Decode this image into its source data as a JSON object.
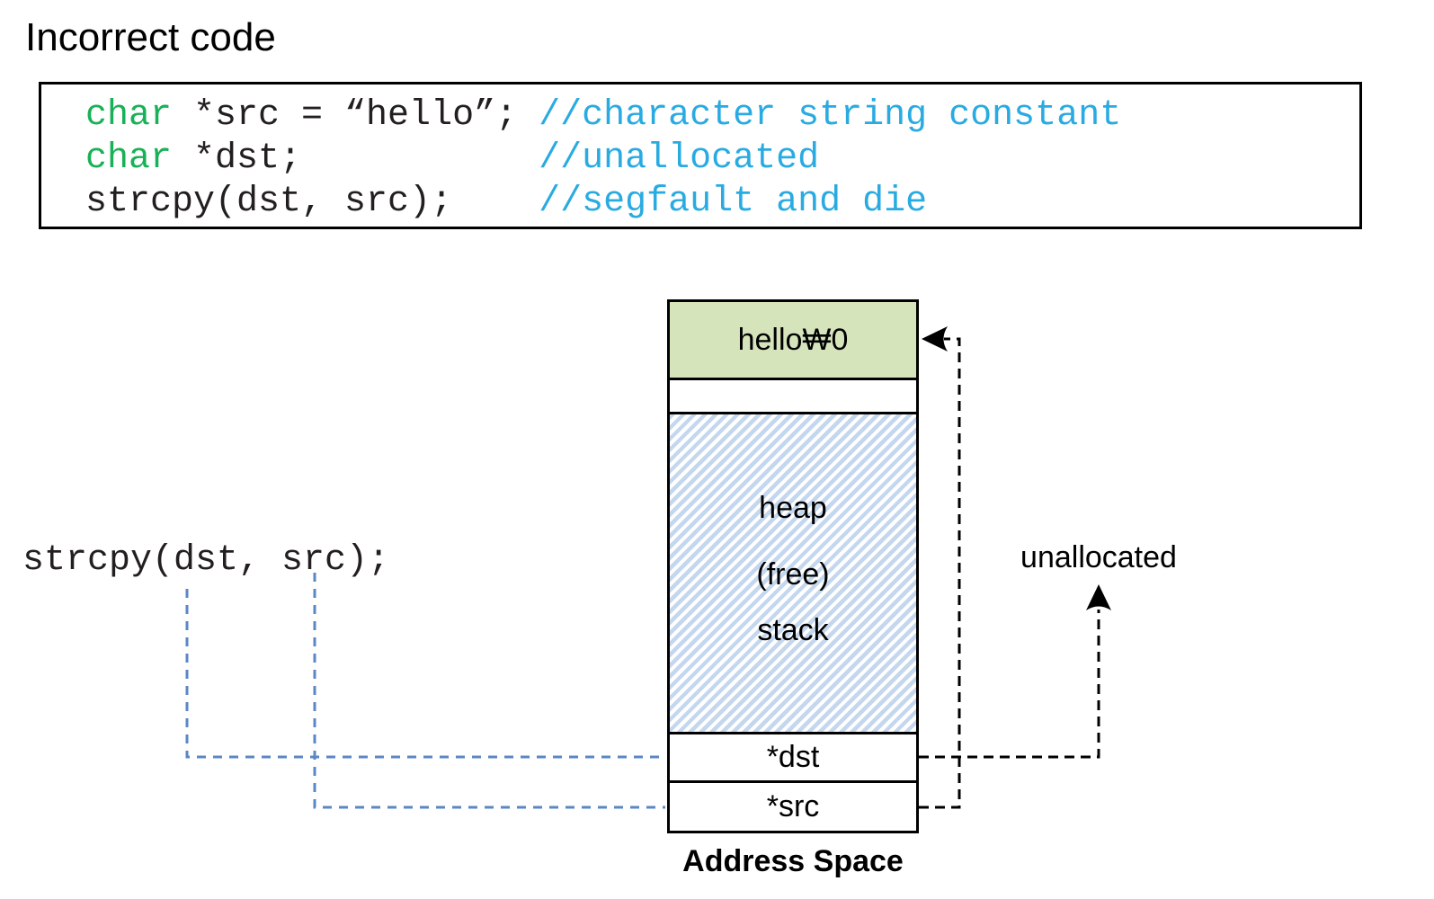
{
  "title": "Incorrect code",
  "code": {
    "lines": [
      {
        "keyword": "char",
        "body": " *src = “hello”; ",
        "comment": "//character string constant"
      },
      {
        "keyword": "char",
        "body": " *dst;           ",
        "comment": "//unallocated"
      },
      {
        "keyword": "",
        "body": "strcpy(dst, src);    ",
        "comment": "//segfault and die"
      }
    ]
  },
  "call_label": "strcpy(dst, src);",
  "diagram": {
    "string_cell": "hello₩0",
    "heap_label": "heap",
    "free_label": "(free)",
    "stack_label": "stack",
    "dst_cell": "*dst",
    "src_cell": "*src",
    "caption": "Address Space",
    "unallocated_label": "unallocated"
  },
  "colors": {
    "keyword_green": "#19b157",
    "comment_cyan": "#29abe2",
    "string_cell_green": "#d6e4bc",
    "hatch_blue": "#c4d7ee",
    "connector_blue": "#5b87c5",
    "line_black": "#000000"
  }
}
